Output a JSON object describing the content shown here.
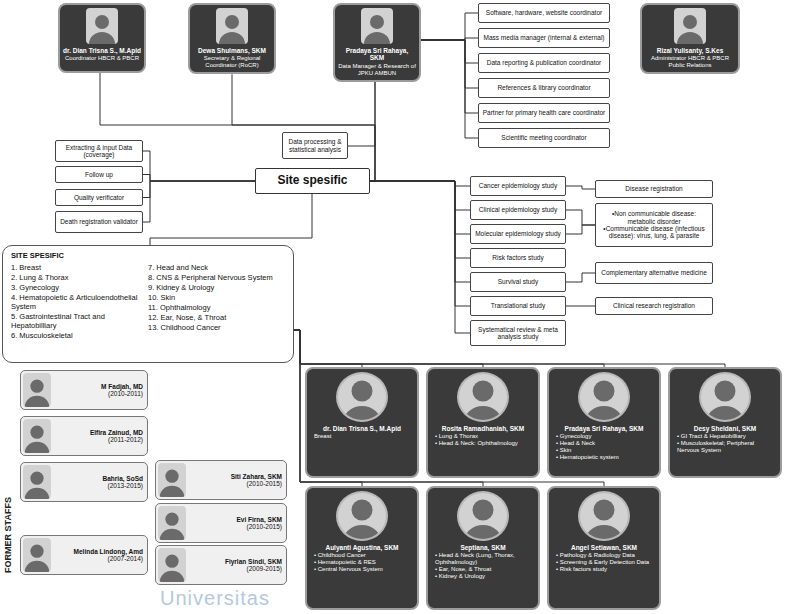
{
  "diagram": {
    "nodes": [
      {
        "text": [
          "dr. Dian Trisna S., M.Apid",
          "Coordinator HBCR & PBCR"
        ]
      },
      {
        "text": [
          "Dewa Shulmans, SKM",
          "Secretary & Regional Coordinator (RoCR)"
        ]
      },
      {
        "text": [
          "Pradaya Sri Rahaya, SKM",
          "Data Manager & Research of JPKU AMBUN"
        ]
      },
      {
        "text": [
          "Rizal Yulisanty, S.Kes",
          "Administrator HBCR & PBCR Public Relations"
        ]
      },
      {
        "text": [
          "Software, hardware, website coordinator"
        ]
      },
      {
        "text": [
          "Mass media manager (internal & external)"
        ]
      },
      {
        "text": [
          "Data reporting & publication coordinator"
        ]
      },
      {
        "text": [
          "References & library coordinator"
        ]
      },
      {
        "text": [
          "Partner for primary health care coordinator"
        ]
      },
      {
        "text": [
          "Scientific meeting coordinator"
        ]
      },
      {
        "text": [
          "Data processing & statistical analysis"
        ]
      },
      {
        "text": [
          "Extracting & input Data (coverage)"
        ]
      },
      {
        "text": [
          "Follow up"
        ]
      },
      {
        "text": [
          "Quality verificator"
        ]
      },
      {
        "text": [
          "Death registration validator"
        ]
      },
      {
        "text": [
          "Site spesific"
        ]
      },
      {
        "text": [
          "Cancer epidemiology study"
        ]
      },
      {
        "text": [
          "Clinical epidemiology study"
        ]
      },
      {
        "text": [
          "Molecular epidemiology study"
        ]
      },
      {
        "text": [
          "Risk factors study"
        ]
      },
      {
        "text": [
          "Survival study"
        ]
      },
      {
        "text": [
          "Translational study"
        ]
      },
      {
        "text": [
          "Systematical review & meta analysis study"
        ]
      },
      {
        "text": [
          "Disease registration"
        ]
      },
      {
        "text": [
          "•Non communicable disease: metabolic disorder",
          "•Communicable disease (infectious disease): virus, lung, & parasite"
        ]
      },
      {
        "text": [
          "Complementary alternative medicine"
        ]
      },
      {
        "text": [
          "Clinical research registration"
        ]
      },
      {
        "text": [
          "SITE SPESIFIC",
          "1. Breast",
          "2. Lung & Thorax",
          "3. Gynecology",
          "4. Hematopoietic & Articuloendothelial System",
          "5. Gastrointestinal Tract and Hepatobilliary",
          "6. Musculoskeletal",
          "7. Head and Neck",
          "8. CNS & Peripheral Nervous System",
          "9. Kidney & Urology",
          "10. Skin",
          "11. Ophthalmology",
          "12. Ear, Nose, & Throat",
          "13. Childhood Cancer"
        ]
      },
      {
        "text": [
          "M Fadjah, MD",
          "(2010-2011)"
        ]
      },
      {
        "text": [
          "Elfira Zainud, MD",
          "(2011-2012)"
        ]
      },
      {
        "text": [
          "Bahria, SoSd",
          "(2013-2015)"
        ]
      },
      {
        "text": [
          "Siti Zahara, SKM",
          "(2010-2015)"
        ]
      },
      {
        "text": [
          "Evi Firna, SKM",
          "(2010-2015)"
        ]
      },
      {
        "text": [
          "Melinda Lindong, Amd",
          "(2007-2014)"
        ]
      },
      {
        "text": [
          "Fiyrlan Sindi, SKM",
          "(2009-2015)"
        ]
      },
      {
        "text": [
          "dr. Dian Trisna S., M.Apid",
          "Breast"
        ]
      },
      {
        "text": [
          "Rosita Ramadhaniah, SKM",
          "• Lung & Thorax",
          "• Head & Neck: Ophthalmology"
        ]
      },
      {
        "text": [
          "Pradaya Sri Rahaya, SKM",
          "• Gynecology",
          "• Head & Neck",
          "• Skin",
          "• Hematopoietic system"
        ]
      },
      {
        "text": [
          "Desy Sheldani, SKM",
          "• GI Tract & Hepatobilliary",
          "• Musculoskeletal; Peripheral Nervous System"
        ]
      },
      {
        "text": [
          "Aulyanti Agustina, SKM",
          "• Childhood Cancer",
          "• Hematopoietic & RES",
          "• Central Nervous System"
        ]
      },
      {
        "text": [
          "Septiana, SKM",
          "• Head & Neck (Lung, Thorax, Ophthalmology)",
          "• Ear, Nose, & Throat",
          "• Kidney & Urology"
        ]
      },
      {
        "text": [
          "Angel Setiawan, SKM",
          "• Pathology & Radiology Data",
          "• Screening & Early Detection Data",
          "• Risk factors study"
        ]
      }
    ],
    "edges": [
      {
        "from": 0,
        "to": 15,
        "arrow": "none"
      },
      {
        "from": 1,
        "to": 15,
        "arrow": "none"
      },
      {
        "from": 2,
        "to": 10,
        "arrow": "none"
      },
      {
        "from": 2,
        "to": 15,
        "arrow": "none"
      },
      {
        "from": 2,
        "to": 4,
        "arrow": "none"
      },
      {
        "from": 2,
        "to": 5,
        "arrow": "none"
      },
      {
        "from": 2,
        "to": 6,
        "arrow": "none"
      },
      {
        "from": 2,
        "to": 7,
        "arrow": "none"
      },
      {
        "from": 2,
        "to": 8,
        "arrow": "none"
      },
      {
        "from": 2,
        "to": 9,
        "arrow": "none"
      },
      {
        "from": 15,
        "to": 11,
        "arrow": "none"
      },
      {
        "from": 15,
        "to": 12,
        "arrow": "none"
      },
      {
        "from": 15,
        "to": 13,
        "arrow": "none"
      },
      {
        "from": 15,
        "to": 14,
        "arrow": "none"
      },
      {
        "from": 15,
        "to": 27,
        "arrow": "none"
      },
      {
        "from": 15,
        "to": 16,
        "arrow": "none"
      },
      {
        "from": 15,
        "to": 17,
        "arrow": "none"
      },
      {
        "from": 15,
        "to": 18,
        "arrow": "none"
      },
      {
        "from": 15,
        "to": 19,
        "arrow": "none"
      },
      {
        "from": 15,
        "to": 20,
        "arrow": "none"
      },
      {
        "from": 15,
        "to": 21,
        "arrow": "none"
      },
      {
        "from": 15,
        "to": 22,
        "arrow": "none"
      },
      {
        "from": 16,
        "to": 23,
        "arrow": "none"
      },
      {
        "from": 17,
        "to": 24,
        "arrow": "none"
      },
      {
        "from": 18,
        "to": 24,
        "arrow": "none"
      },
      {
        "from": 20,
        "to": 25,
        "arrow": "none"
      },
      {
        "from": 21,
        "to": 26,
        "arrow": "none"
      },
      {
        "from": 27,
        "to": 35,
        "arrow": "none"
      },
      {
        "from": 27,
        "to": 36,
        "arrow": "none"
      },
      {
        "from": 27,
        "to": 37,
        "arrow": "none"
      },
      {
        "from": 27,
        "to": 38,
        "arrow": "none"
      },
      {
        "from": 27,
        "to": 39,
        "arrow": "none"
      },
      {
        "from": 27,
        "to": 40,
        "arrow": "none"
      },
      {
        "from": 27,
        "to": 41,
        "arrow": "none"
      }
    ],
    "labels": [
      "FORMER STAFFS",
      "Universitas"
    ]
  }
}
